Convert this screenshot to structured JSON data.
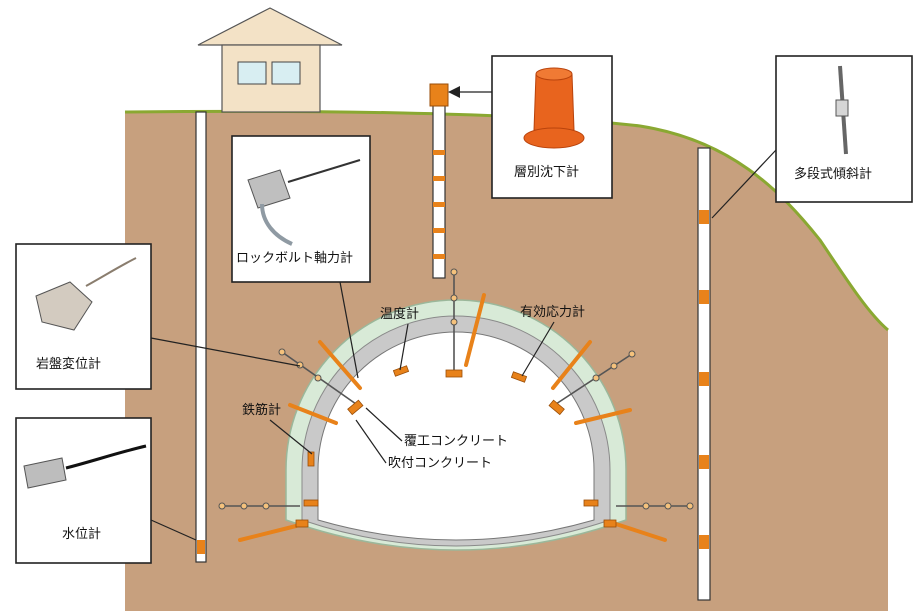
{
  "labels": {
    "water_level": "水位計",
    "rock_displacement": "岩盤変位計",
    "rockbolt_axial": "ロックボルト軸力計",
    "layered_settlement": "層別沈下計",
    "multi_inclinometer": "多段式傾斜計",
    "temperature": "温度計",
    "effective_stress": "有効応力計",
    "rebar": "鉄筋計",
    "lining_concrete": "覆工コンクリート",
    "shotcrete": "吹付コンクリート"
  },
  "colors": {
    "ground": "#c7a07e",
    "ground_edge": "#8aa832",
    "instrument": "#e8821a",
    "lining_outer": "#d8ead7",
    "lining_inner": "#c9c9c9"
  }
}
